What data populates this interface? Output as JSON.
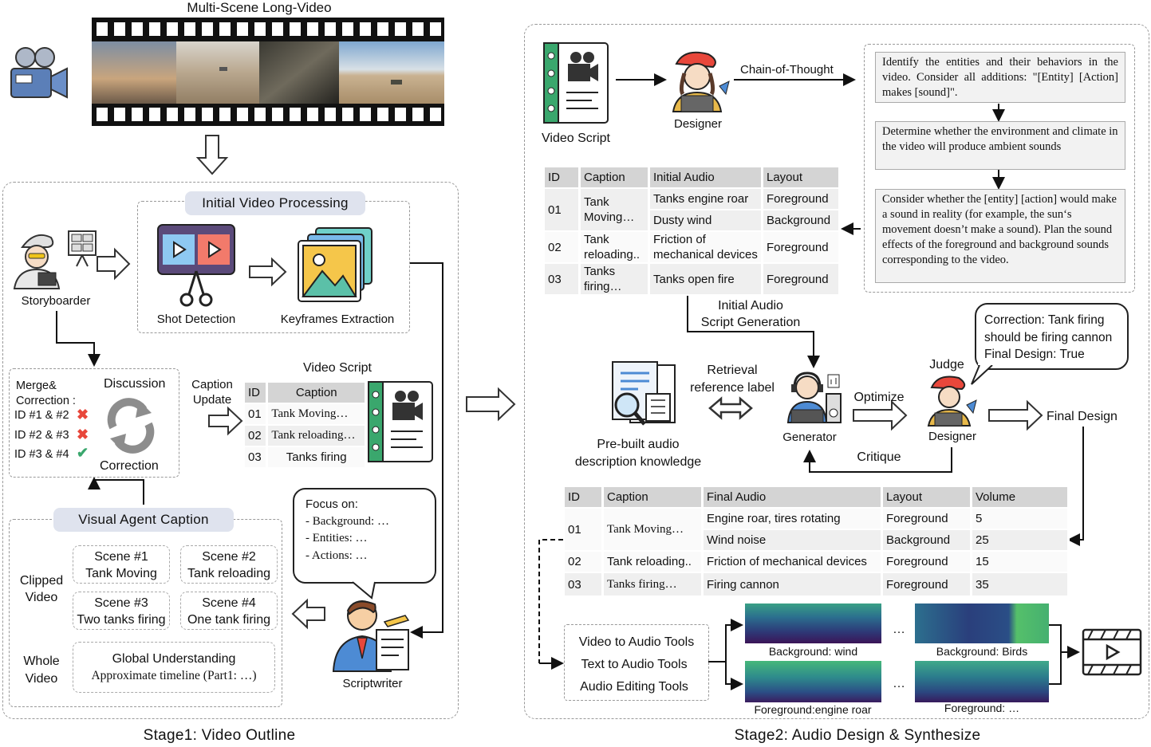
{
  "top": {
    "title": "Multi-Scene Long-Video"
  },
  "stage1": {
    "caption": "Stage1: Video Outline",
    "initial_processing": "Initial Video Processing",
    "shot_detection": "Shot Detection",
    "keyframes_extraction": "Keyframes Extraction",
    "storyboarder": "Storyboarder",
    "discussion": "Discussion",
    "correction": "Correction",
    "merge_label_1": "Merge&",
    "merge_label_2": "Correction :",
    "merge_items": [
      {
        "text": "ID #1 & #2",
        "ok": false
      },
      {
        "text": "ID #2 & #3",
        "ok": false
      },
      {
        "text": "ID #3 & #4",
        "ok": true
      }
    ],
    "caption_update_1": "Caption",
    "caption_update_2": "Update",
    "video_script_title": "Video Script",
    "script_table": {
      "headers": [
        "ID",
        "Caption"
      ],
      "rows": [
        [
          "01",
          "Tank Moving…"
        ],
        [
          "02",
          "Tank reloading…"
        ],
        [
          "03",
          "Tanks firing"
        ]
      ]
    },
    "visual_agent_caption": "Visual Agent Caption",
    "clipped_video_1": "Clipped",
    "clipped_video_2": "Video",
    "whole_video_1": "Whole",
    "whole_video_2": "Video",
    "scenes": [
      {
        "num": "Scene #1",
        "desc": "Tank Moving"
      },
      {
        "num": "Scene #2",
        "desc": "Tank reloading"
      },
      {
        "num": "Scene #3",
        "desc": "Two tanks firing"
      },
      {
        "num": "Scene #4",
        "desc": "One tank firing"
      }
    ],
    "global_understanding": "Global Understanding",
    "approx_timeline": "Approximate timeline (Part1: …)",
    "focus": [
      "Focus on:",
      "- Background: …",
      "- Entities: …",
      "- Actions: …"
    ],
    "scriptwriter": "Scriptwriter"
  },
  "stage2": {
    "caption": "Stage2: Audio Design & Synthesize",
    "video_script": "Video Script",
    "designer": "Designer",
    "chain_of_thought": "Chain-of-Thought",
    "cot_steps": [
      "Identify the entities and their behaviors in the video. Consider all additions: \"[Entity] [Action] makes [sound]\".",
      "Determine whether the environment and climate in the video will produce ambient sounds",
      "Consider whether the [entity] [action] would make a sound in reality (for example, the sun‘s movement doesn’t make a sound). Plan the sound effects of the foreground and background sounds corresponding to the video."
    ],
    "initial_table": {
      "headers": [
        "ID",
        "Caption",
        "Initial Audio",
        "Layout"
      ],
      "rows": [
        [
          "01",
          "Tank Moving…",
          "Tanks engine roar",
          "Foreground"
        ],
        [
          "",
          "",
          "Dusty wind",
          "Background"
        ],
        [
          "02",
          "Tank reloading..",
          "Friction of mechanical devices",
          "Foreground"
        ],
        [
          "03",
          "Tanks firing…",
          "Tanks open fire",
          "Foreground"
        ]
      ]
    },
    "initial_audio_gen_1": "Initial Audio",
    "initial_audio_gen_2": "Script Generation",
    "retrieval_1": "Retrieval",
    "retrieval_2": "reference label",
    "prebuilt_1": "Pre-built audio",
    "prebuilt_2": "description knowledge",
    "generator": "Generator",
    "optimize": "Optimize",
    "critique": "Critique",
    "judge": "Judge",
    "judge_designer": "Designer",
    "final_design": "Final Design",
    "judge_bubble": [
      "Correction: Tank firing",
      "should be firing cannon",
      "Final Design:  True"
    ],
    "final_table": {
      "headers": [
        "ID",
        "Caption",
        "Final Audio",
        "Layout",
        "Volume"
      ],
      "rows": [
        [
          "01",
          "Tank Moving…",
          "Engine roar, tires rotating",
          "Foreground",
          "5"
        ],
        [
          "",
          "",
          "Wind noise",
          "Background",
          "25"
        ],
        [
          "02",
          "Tank reloading..",
          "Friction of mechanical devices",
          "Foreground",
          "15"
        ],
        [
          "03",
          "Tanks firing…",
          "Firing cannon",
          "Foreground",
          "35"
        ]
      ]
    },
    "tools": [
      "Video to Audio Tools",
      "Text to Audio Tools",
      "Audio Editing Tools"
    ],
    "spectrograms": [
      "Background: wind",
      "Background: Birds",
      "Foreground:engine roar",
      "Foreground: …"
    ],
    "ellipsis": "…"
  },
  "colors": {
    "accent_red": "#e8473b",
    "accent_green": "#3aa76d",
    "bubble_border": "#222222"
  }
}
